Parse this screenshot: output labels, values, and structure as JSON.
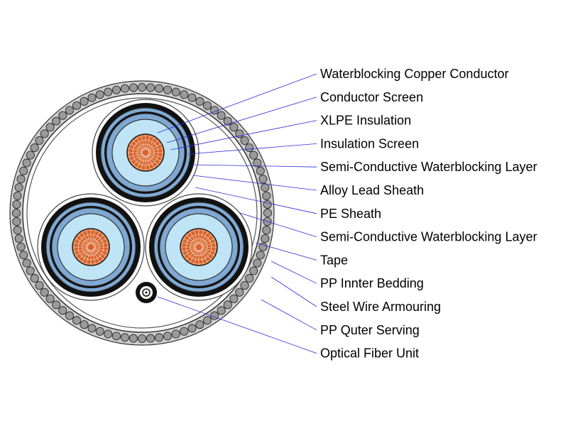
{
  "labels": [
    "Waterblocking Copper Conductor",
    "Conductor Screen",
    "XLPE Insulation",
    "Insulation Screen",
    "Semi-Conductive Waterblocking Layer",
    "Alloy Lead Sheath",
    "PE Sheath",
    "Semi-Conductive Waterblocking Layer",
    "Tape",
    "PP Innter Bedding",
    "Steel Wire Armouring",
    "PP Quter Serving",
    "Optical Fiber Unit"
  ],
  "colors": {
    "leader_line": "#2c2ce0",
    "copper": "#d8642a",
    "insulation": "#bfe4f5",
    "waterblock_layer": "#7fa9d4",
    "sheath": "#111111",
    "armour_wire": "#9a9a9a"
  }
}
